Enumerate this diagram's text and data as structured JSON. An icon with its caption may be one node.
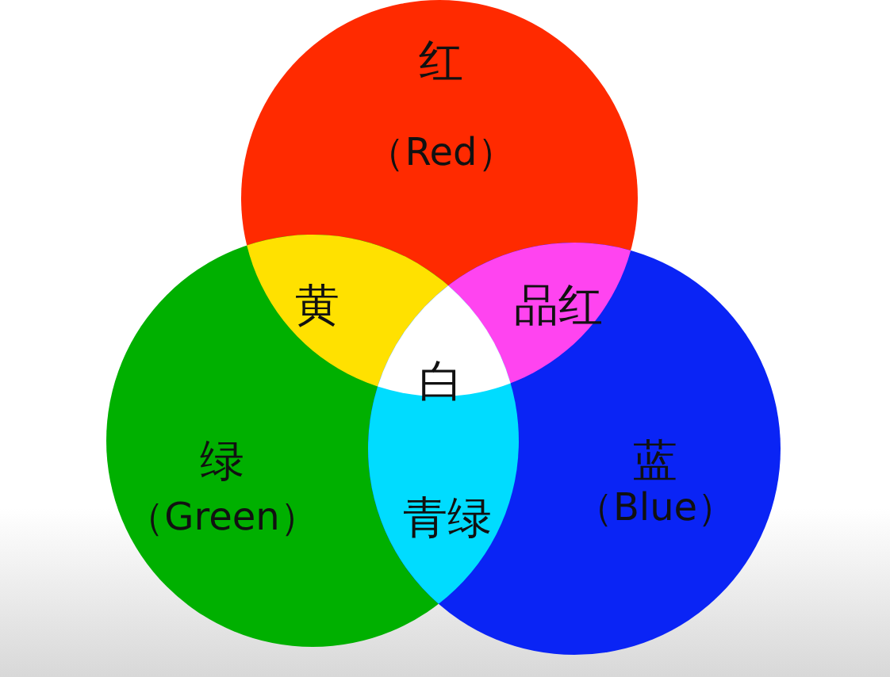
{
  "diagram": {
    "nodes": [
      {
        "text": [
          "红",
          "（Red）"
        ]
      },
      {
        "text": [
          "绿",
          "（Green）"
        ]
      },
      {
        "text": [
          "蓝",
          "（Blue）"
        ]
      },
      {
        "text": [
          "黄"
        ]
      },
      {
        "text": [
          "品红"
        ]
      },
      {
        "text": [
          "白"
        ]
      },
      {
        "text": [
          "青绿"
        ]
      }
    ]
  }
}
